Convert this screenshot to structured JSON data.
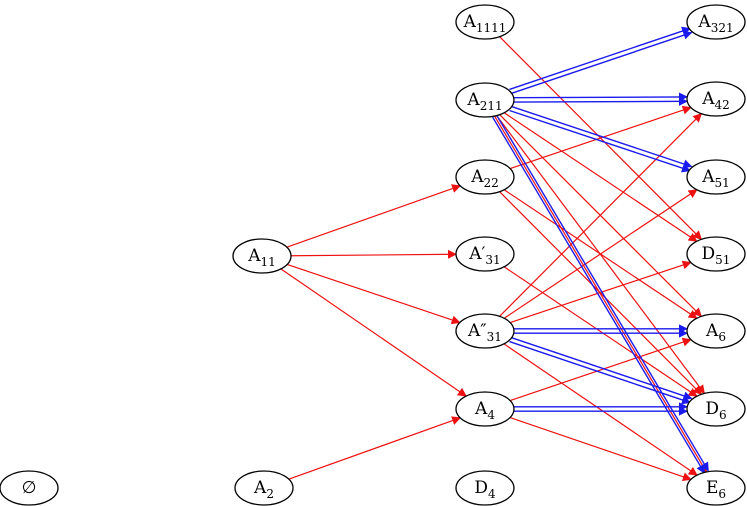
{
  "nodes": {
    "empty": {
      "label": "∅",
      "sub": ""
    },
    "A2": {
      "label": "A",
      "sub": "2"
    },
    "A11": {
      "label": "A",
      "sub": "11"
    },
    "A1111": {
      "label": "A",
      "sub": "1111"
    },
    "A211": {
      "label": "A",
      "sub": "211"
    },
    "A22": {
      "label": "A",
      "sub": "22"
    },
    "A31p": {
      "label": "A′",
      "sub": "31"
    },
    "A31pp": {
      "label": "A″",
      "sub": "31"
    },
    "A4": {
      "label": "A",
      "sub": "4"
    },
    "D4": {
      "label": "D",
      "sub": "4"
    },
    "A321": {
      "label": "A",
      "sub": "321"
    },
    "A42": {
      "label": "A",
      "sub": "42"
    },
    "A51": {
      "label": "A",
      "sub": "51"
    },
    "D51": {
      "label": "D",
      "sub": "51"
    },
    "A6": {
      "label": "A",
      "sub": "6"
    },
    "D6": {
      "label": "D",
      "sub": "6"
    },
    "E6": {
      "label": "E",
      "sub": "6"
    }
  },
  "colors": {
    "red_edge": "#ee1111",
    "blue_edge": "#1a1aee"
  },
  "edges_red": [
    [
      "A11",
      "A22"
    ],
    [
      "A11",
      "A31p"
    ],
    [
      "A11",
      "A31pp"
    ],
    [
      "A11",
      "A4"
    ],
    [
      "A2",
      "A4"
    ],
    [
      "A1111",
      "D51"
    ],
    [
      "A211",
      "D51"
    ],
    [
      "A211",
      "A6"
    ],
    [
      "A211",
      "D6"
    ],
    [
      "A211",
      "E6"
    ],
    [
      "A22",
      "A42"
    ],
    [
      "A22",
      "A6"
    ],
    [
      "A22",
      "D6"
    ],
    [
      "A31p",
      "D6"
    ],
    [
      "A31pp",
      "A42"
    ],
    [
      "A31pp",
      "A51"
    ],
    [
      "A31pp",
      "D51"
    ],
    [
      "A31pp",
      "E6"
    ],
    [
      "A4",
      "A6"
    ],
    [
      "A4",
      "E6"
    ]
  ],
  "edges_blue_double": [
    [
      "A211",
      "A321"
    ],
    [
      "A211",
      "A42"
    ],
    [
      "A211",
      "A51"
    ],
    [
      "A211",
      "E6"
    ],
    [
      "A31pp",
      "A6"
    ],
    [
      "A31pp",
      "D6"
    ],
    [
      "A4",
      "D6"
    ]
  ]
}
